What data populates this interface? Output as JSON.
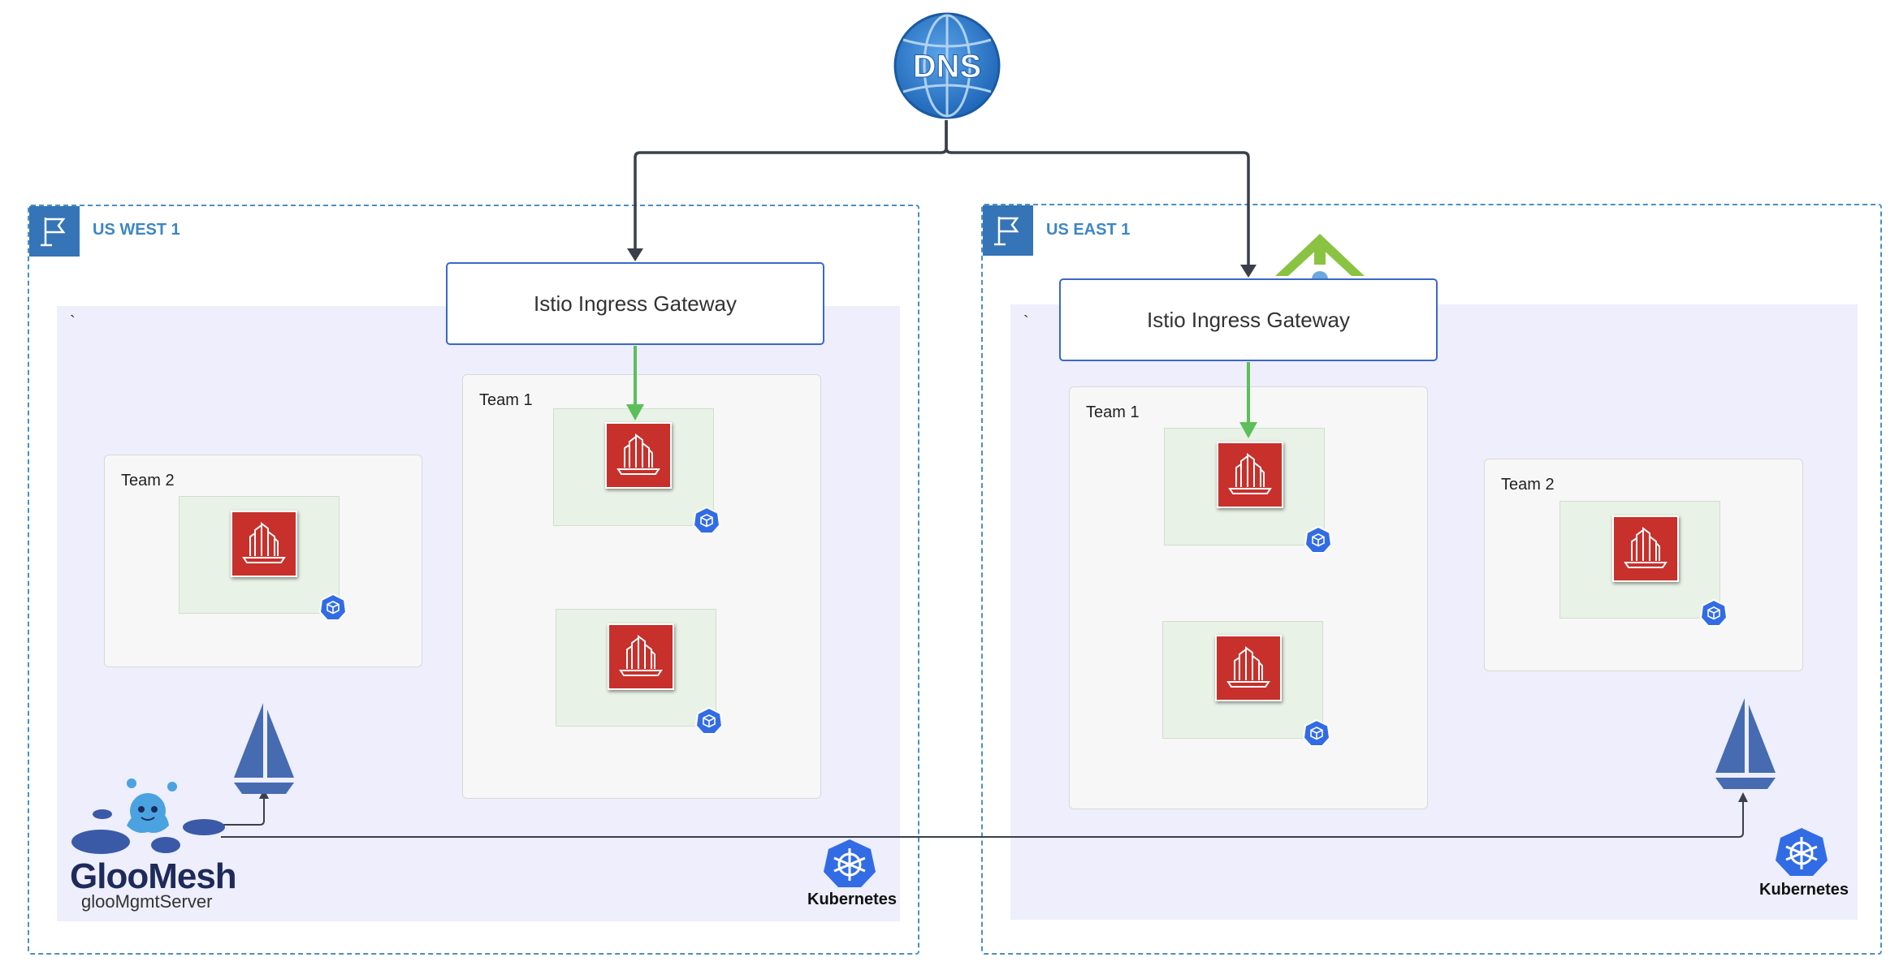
{
  "dns": {
    "label": "DNS"
  },
  "regions": [
    {
      "label": "US WEST 1",
      "cluster_marker": "`",
      "gateway": "Istio Ingress Gateway",
      "teams": {
        "team1": "Team 1",
        "team2": "Team 2"
      },
      "k8s": "Kubernetes"
    },
    {
      "label": "US EAST 1",
      "cluster_marker": "`",
      "gateway": "Istio Ingress Gateway",
      "teams": {
        "team1": "Team 1",
        "team2": "Team 2"
      },
      "k8s": "Kubernetes"
    }
  ],
  "gloo": {
    "brand": "GlooMesh",
    "server": "glooMgmtServer"
  },
  "colors": {
    "region_border": "#4a8fc7",
    "region_flag": "#3574b7",
    "cluster_bg": "#eeeefc",
    "service": "#c8302b",
    "route_arrow": "#5cbf5a",
    "dns_arrow": "#3a3f4a",
    "gateway_border": "#3a68c8",
    "k8s_blue": "#326ce5",
    "istio_blue": "#466bb0"
  },
  "icons": [
    "dns-globe-icon",
    "region-flag-icon",
    "service-building-icon",
    "pod-cube-icon",
    "istio-sail-icon",
    "kubernetes-wheel-icon",
    "gloo-octopus-icon",
    "gateway-green-icon"
  ]
}
